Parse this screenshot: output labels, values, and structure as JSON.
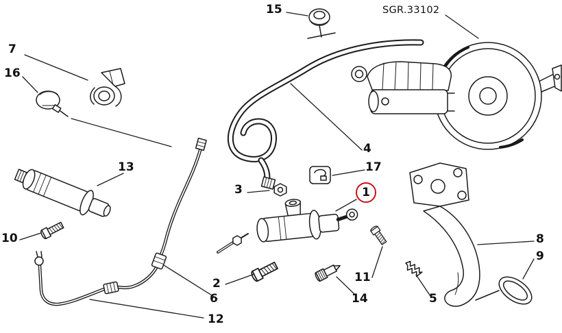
{
  "diagram": {
    "reference": "SGR.33102",
    "highlighted_part": "1",
    "highlight_color": "#cc1111",
    "line_color": "#1a1a1a",
    "background_color": "#ffffff",
    "labels": {
      "p1": "1",
      "p2": "2",
      "p3": "3",
      "p4": "4",
      "p5": "5",
      "p6": "6",
      "p7": "7",
      "p8": "8",
      "p9": "9",
      "p10": "10",
      "p11": "11",
      "p12": "12",
      "p13": "13",
      "p14": "14",
      "p15": "15",
      "p16": "16",
      "p17": "17"
    }
  }
}
